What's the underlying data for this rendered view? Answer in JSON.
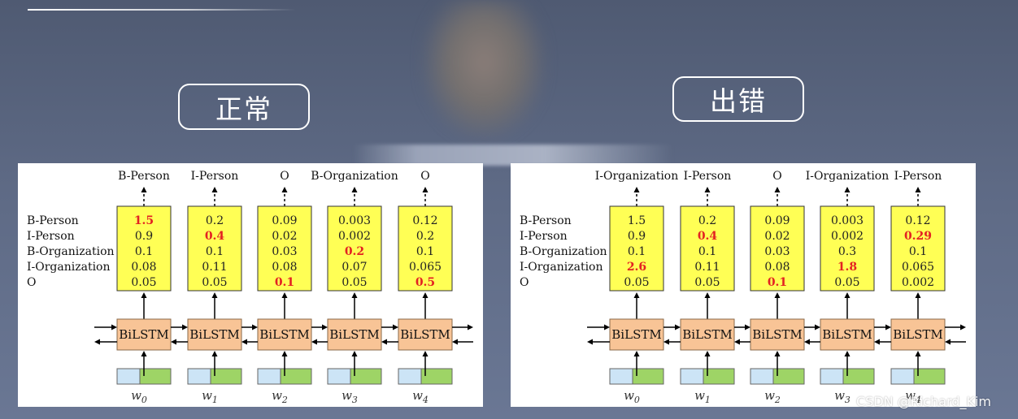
{
  "labels": {
    "normal": "正常",
    "error": "出错"
  },
  "watermark": "CSDN @Richard_Kim",
  "colors": {
    "score_box": "#ffff55",
    "lstm_box": "#f8c496",
    "emb_blue": "#cce4f6",
    "emb_green": "#9ed466",
    "highlight": "#e32222"
  },
  "diagrams": {
    "normal": {
      "tag_names": [
        "B-Person",
        "I-Person",
        "B-Organization",
        "I-Organization",
        "O"
      ],
      "outputs": [
        "B-Person",
        "I-Person",
        "O",
        "B-Organization",
        "O"
      ],
      "lstm_label": "BiLSTM",
      "words": [
        {
          "base": "w",
          "sub": "0"
        },
        {
          "base": "w",
          "sub": "1"
        },
        {
          "base": "w",
          "sub": "2"
        },
        {
          "base": "w",
          "sub": "3"
        },
        {
          "base": "w",
          "sub": "4"
        }
      ],
      "scores": [
        [
          "1.5",
          "0.9",
          "0.1",
          "0.08",
          "0.05"
        ],
        [
          "0.2",
          "0.4",
          "0.1",
          "0.11",
          "0.05"
        ],
        [
          "0.09",
          "0.02",
          "0.03",
          "0.08",
          "0.1"
        ],
        [
          "0.003",
          "0.002",
          "0.2",
          "0.07",
          "0.05"
        ],
        [
          "0.12",
          "0.2",
          "0.1",
          "0.065",
          "0.5"
        ]
      ],
      "highlight_row": [
        0,
        1,
        4,
        2,
        4
      ]
    },
    "error": {
      "tag_names": [
        "B-Person",
        "I-Person",
        "B-Organization",
        "I-Organization",
        "O"
      ],
      "outputs": [
        "I-Organization",
        "I-Person",
        "O",
        "I-Organization",
        "I-Person"
      ],
      "lstm_label": "BiLSTM",
      "words": [
        {
          "base": "w",
          "sub": "0"
        },
        {
          "base": "w",
          "sub": "1"
        },
        {
          "base": "w",
          "sub": "2"
        },
        {
          "base": "w",
          "sub": "3"
        },
        {
          "base": "w",
          "sub": "4"
        }
      ],
      "scores": [
        [
          "1.5",
          "0.9",
          "0.1",
          "2.6",
          "0.05"
        ],
        [
          "0.2",
          "0.4",
          "0.1",
          "0.11",
          "0.05"
        ],
        [
          "0.09",
          "0.02",
          "0.03",
          "0.08",
          "0.1"
        ],
        [
          "0.003",
          "0.002",
          "0.3",
          "1.8",
          "0.05"
        ],
        [
          "0.12",
          "0.29",
          "0.1",
          "0.065",
          "0.002"
        ]
      ],
      "highlight_row": [
        3,
        1,
        4,
        3,
        1
      ]
    }
  }
}
